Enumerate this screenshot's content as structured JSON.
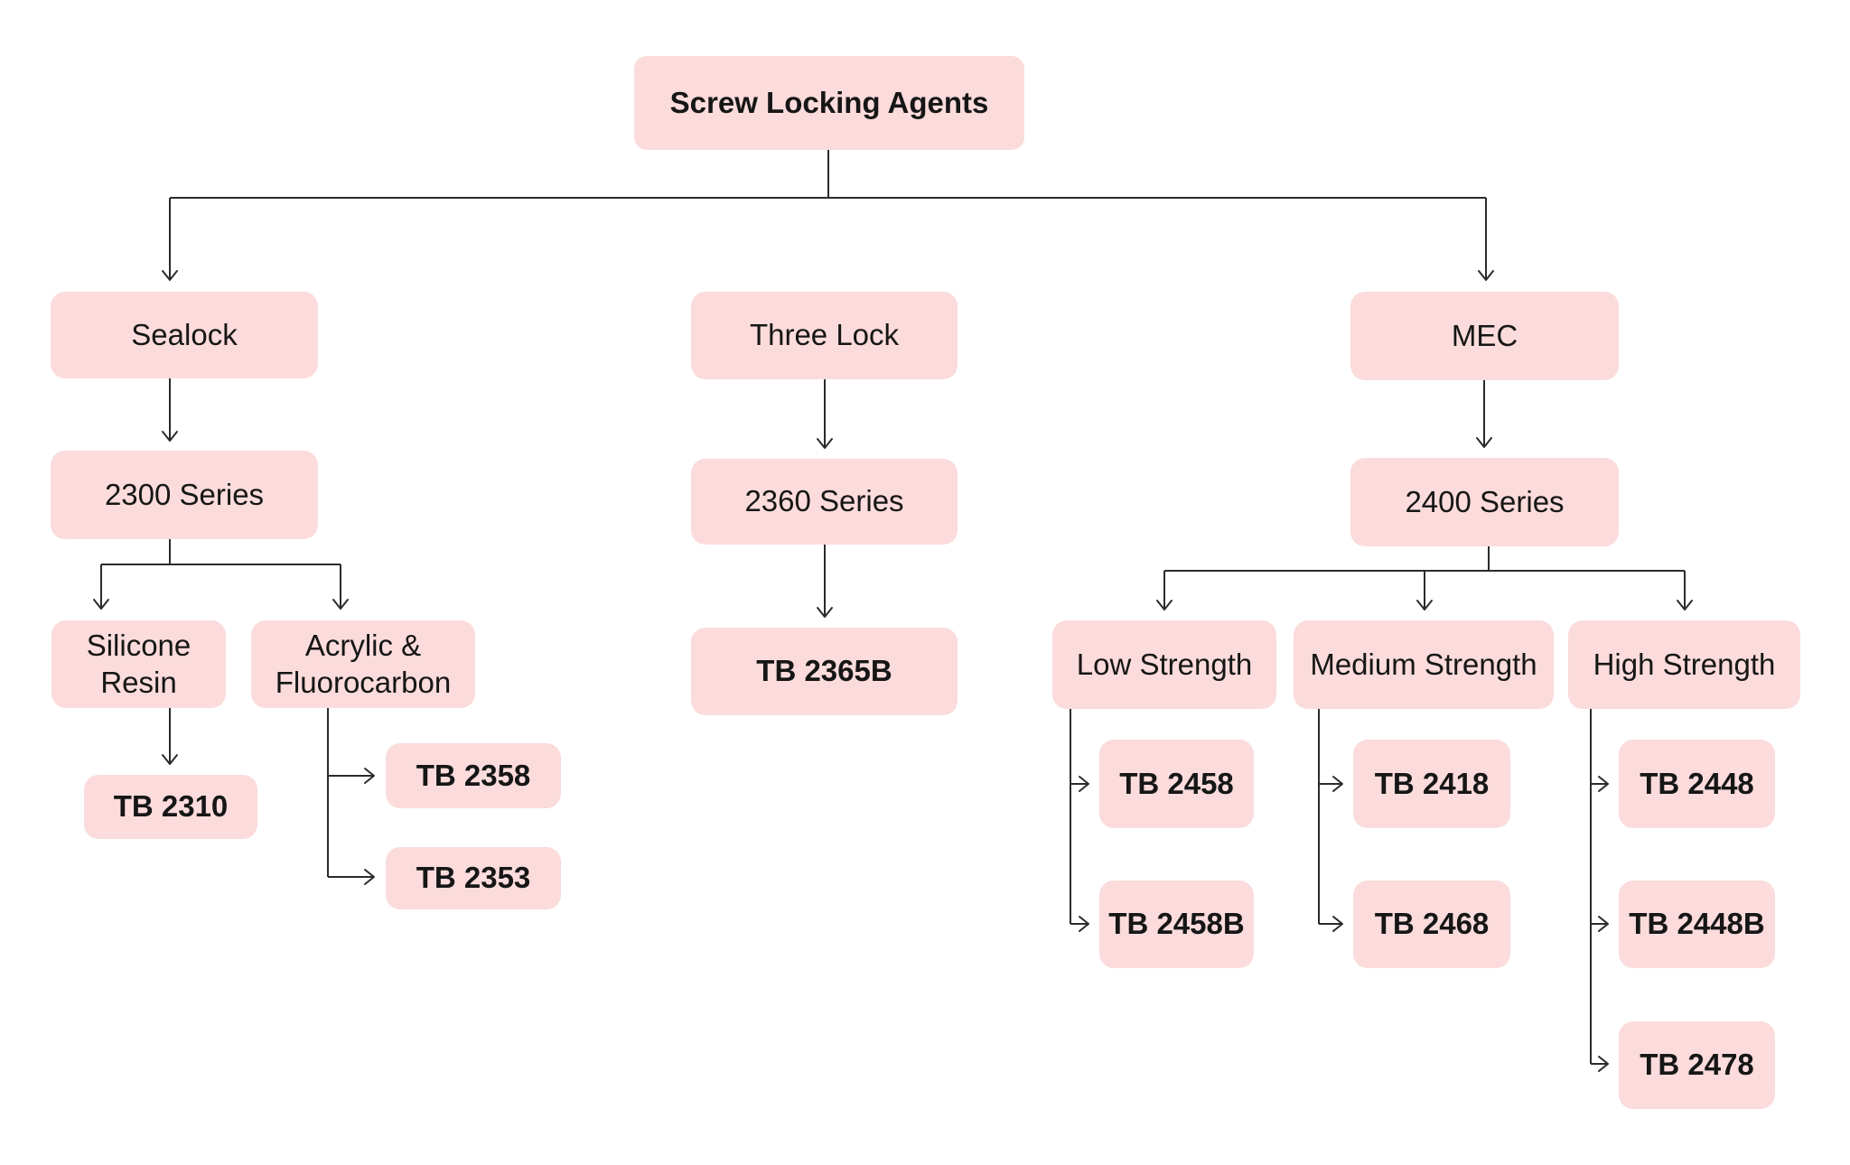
{
  "diagram_title": "Screw Locking Agents",
  "colors": {
    "node_fill": "#fbdbdb",
    "line": "#2b2b2b",
    "text": "#161616",
    "background": "#ffffff"
  },
  "nodes": {
    "root": {
      "label": "Screw Locking Agents"
    },
    "sealock": {
      "label": "Sealock"
    },
    "series2300": {
      "label": "2300 Series"
    },
    "silicone": {
      "label": "Silicone Resin"
    },
    "acrylic": {
      "label": "Acrylic & Fluorocarbon"
    },
    "tb2310": {
      "label": "TB 2310"
    },
    "tb2358": {
      "label": "TB 2358"
    },
    "tb2353": {
      "label": "TB 2353"
    },
    "threelock": {
      "label": "Three Lock"
    },
    "series2360": {
      "label": "2360 Series"
    },
    "tb2365b": {
      "label": "TB 2365B"
    },
    "mec": {
      "label": "MEC"
    },
    "series2400": {
      "label": "2400 Series"
    },
    "low": {
      "label": "Low Strength"
    },
    "medium": {
      "label": "Medium Strength"
    },
    "high": {
      "label": "High Strength"
    },
    "tb2458": {
      "label": "TB 2458"
    },
    "tb2458b": {
      "label": "TB 2458B"
    },
    "tb2418": {
      "label": "TB 2418"
    },
    "tb2468": {
      "label": "TB 2468"
    },
    "tb2448": {
      "label": "TB 2448"
    },
    "tb2448b": {
      "label": "TB 2448B"
    },
    "tb2478": {
      "label": "TB 2478"
    }
  },
  "edges": [
    [
      "root",
      "sealock"
    ],
    [
      "root",
      "mec"
    ],
    [
      "sealock",
      "series2300"
    ],
    [
      "series2300",
      "silicone"
    ],
    [
      "series2300",
      "acrylic"
    ],
    [
      "silicone",
      "tb2310"
    ],
    [
      "acrylic",
      "tb2358"
    ],
    [
      "acrylic",
      "tb2353"
    ],
    [
      "threelock",
      "series2360"
    ],
    [
      "series2360",
      "tb2365b"
    ],
    [
      "mec",
      "series2400"
    ],
    [
      "series2400",
      "low"
    ],
    [
      "series2400",
      "medium"
    ],
    [
      "series2400",
      "high"
    ],
    [
      "low",
      "tb2458"
    ],
    [
      "low",
      "tb2458b"
    ],
    [
      "medium",
      "tb2418"
    ],
    [
      "medium",
      "tb2468"
    ],
    [
      "high",
      "tb2448"
    ],
    [
      "high",
      "tb2448b"
    ],
    [
      "high",
      "tb2478"
    ]
  ]
}
